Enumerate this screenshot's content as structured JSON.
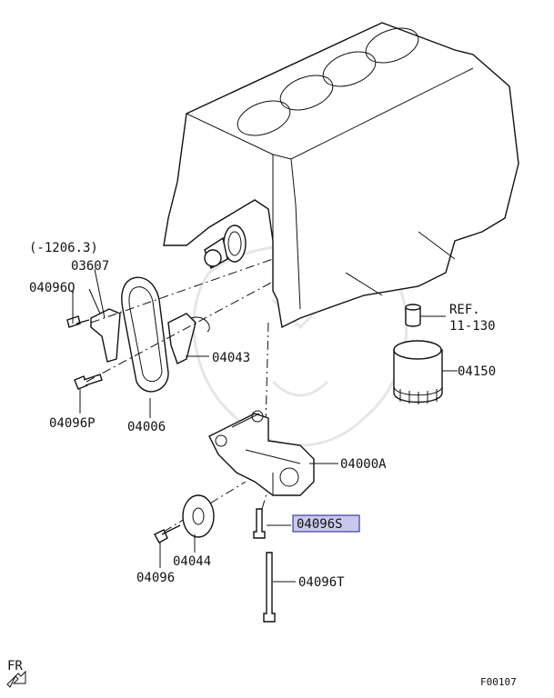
{
  "labels": {
    "range": "(-1206.3)",
    "guide": "03607",
    "bolt_q": "04096Q",
    "tensioner": "04043",
    "bolt_p": "04096P",
    "chain": "04006",
    "pump": "04000A",
    "bolt_s": "04096S",
    "sprocket": "04044",
    "bolt": "04096",
    "bolt_t": "04096T",
    "filter": "04150",
    "ref": "REF.",
    "ref_number": "11-130",
    "front": "FR",
    "figure_code": "F00107"
  },
  "highlight_color": "#c9c9ee"
}
